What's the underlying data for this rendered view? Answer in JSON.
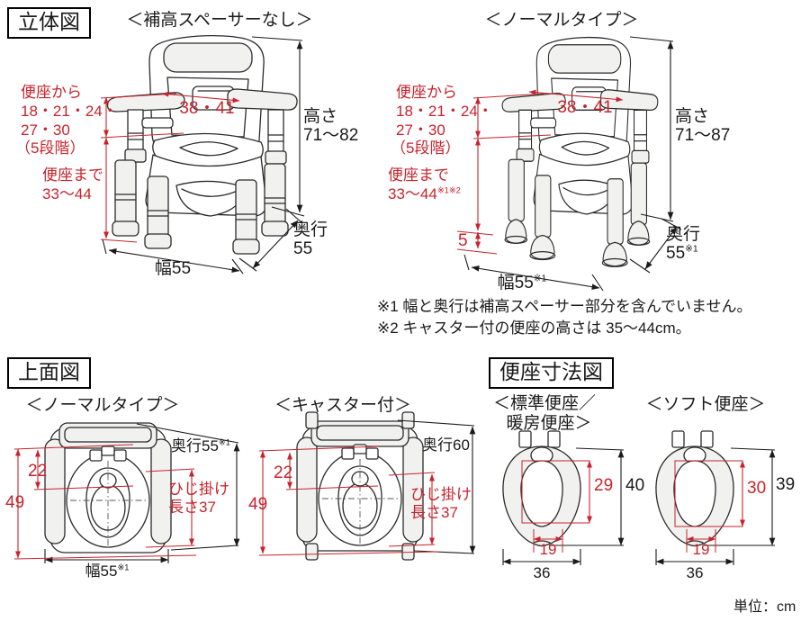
{
  "colors": {
    "dimension_red": "#c8232c",
    "line_black": "#1a1a1a"
  },
  "unit_note": "単位：cm",
  "perspective": {
    "section_title": "立体図",
    "no_spacer": {
      "subtitle": "＜補高スペーサーなし＞",
      "seat_from_l1": "便座から",
      "seat_from_l2": "18・21・24・",
      "seat_from_l3": "27・30",
      "seat_from_l4": "（5段階）",
      "between_armrests": "38・41",
      "height_label": "高さ",
      "height_value": "71〜82",
      "to_seat_l1": "便座まで",
      "to_seat_l2": "33〜44",
      "depth_label": "奥行",
      "depth_value": "55",
      "width_value": "幅55"
    },
    "normal": {
      "subtitle": "＜ノーマルタイプ＞",
      "seat_from_l1": "便座から",
      "seat_from_l2": "18・21・24・",
      "seat_from_l3": "27・30",
      "seat_from_l4": "（5段階）",
      "between_armrests": "38・41",
      "height_label": "高さ",
      "height_value": "71〜87",
      "to_seat_l1": "便座まで",
      "to_seat_l2": "33〜44",
      "to_seat_sup": "※1※2",
      "spacer_height": "5",
      "depth_label": "奥行",
      "depth_value": "55",
      "depth_sup": "※1",
      "width_value": "幅55",
      "width_sup": "※1"
    },
    "note1": "※1 幅と奥行は補高スペーサー部分を含んでいません。",
    "note2": "※2 キャスター付の便座の高さは 35〜44cm。"
  },
  "top_view": {
    "section_title": "上面図",
    "normal": {
      "subtitle": "＜ノーマルタイプ＞",
      "depth_value": "奥行55",
      "depth_sup": "※1",
      "seat_depth": "22",
      "body_depth": "49",
      "armrest_l1": "ひじ掛け",
      "armrest_l2": "長さ37",
      "width_value": "幅55",
      "width_sup": "※1"
    },
    "caster": {
      "subtitle": "＜キャスター付＞",
      "depth_value": "奥行60",
      "seat_depth": "22",
      "body_depth": "49",
      "armrest_l1": "ひじ掛け",
      "armrest_l2": "長さ37"
    }
  },
  "seat_dims": {
    "section_title": "便座寸法図",
    "standard": {
      "subtitle_l1": "＜標準便座／",
      "subtitle_l2": "暖房便座＞",
      "opening_height": "29",
      "total_height": "40",
      "opening_width": "19",
      "total_width": "36"
    },
    "soft": {
      "subtitle": "＜ソフト便座＞",
      "opening_height": "30",
      "total_height": "39",
      "opening_width": "19",
      "total_width": "36"
    }
  }
}
